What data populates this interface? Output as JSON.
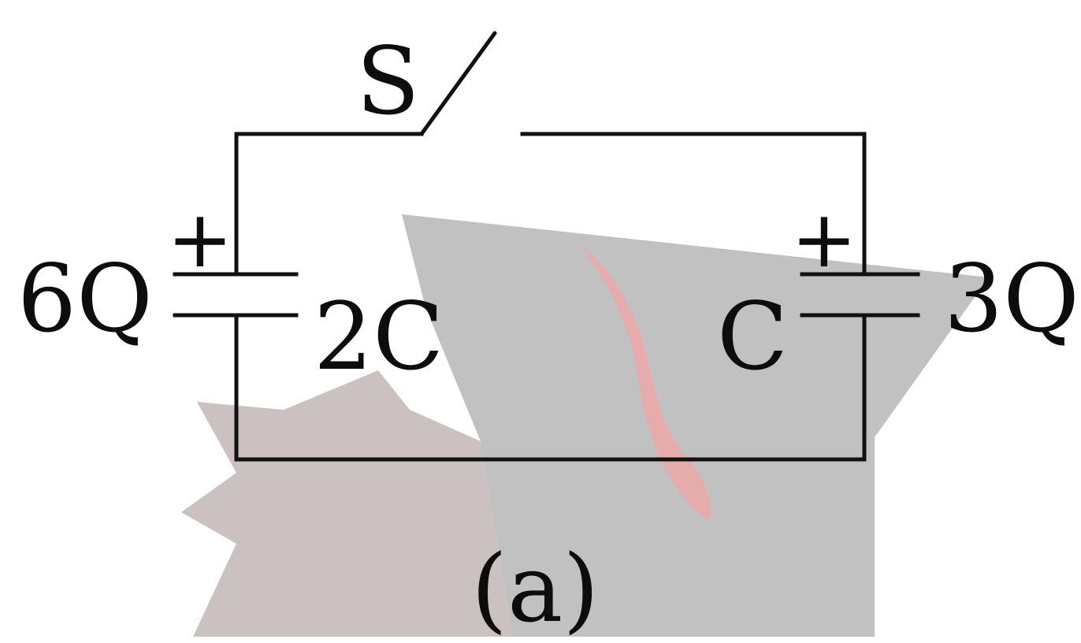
{
  "diagram": {
    "switch_label": "S",
    "left_capacitor": {
      "charge_label": "6Q",
      "capacitance_label": "2C",
      "polarity_label": "+"
    },
    "right_capacitor": {
      "charge_label": "3Q",
      "capacitance_label": "C",
      "polarity_label": "+"
    },
    "caption": "(a)"
  },
  "colors": {
    "wire": "#111111",
    "watermark_gray": "#a9a9a9",
    "watermark_mauve": "#b8a9a9",
    "watermark_red": "#e89a9a"
  }
}
